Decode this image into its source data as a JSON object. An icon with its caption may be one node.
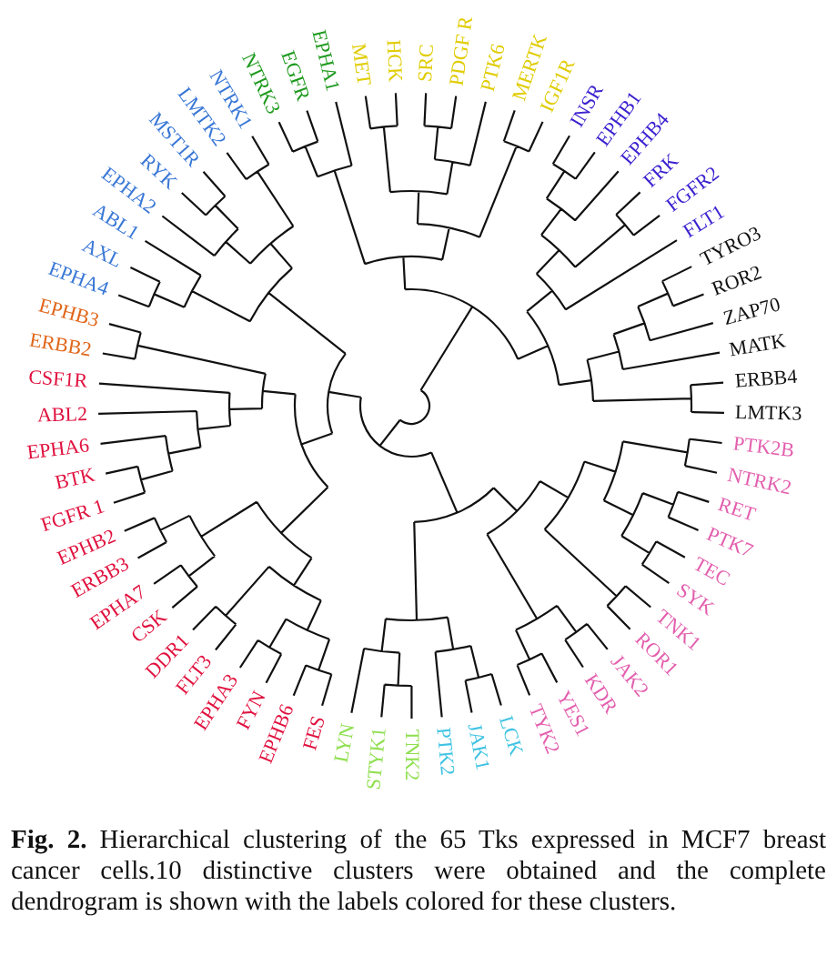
{
  "diagram": {
    "caption": "**Fig. 2.** Hierarchical clustering of the 65 Tks expressed in MCF7 breast cancer cells.10 distinctive clusters were obtained and the complete dendrogram is shown with the labels colored for these clusters.",
    "labels": [
      "NTRK3",
      "EGFR",
      "EPHA1",
      "MET",
      "HCK",
      "SRC",
      "PDGF R",
      "PTK6",
      "MERTK",
      "IGF1R",
      "INSR",
      "EPHB1",
      "EPHB4",
      "FRK",
      "FGFR2",
      "FLT1",
      "TYRO3",
      "ROR2",
      "ZAP70",
      "MATK",
      "ERBB4",
      "LMTK3",
      "PTK2B",
      "NTRK2",
      "RET",
      "PTK7",
      "TEC",
      "SYK",
      "TNK1",
      "ROR1",
      "JAK2",
      "KDR",
      "YES1",
      "TYK2",
      "LCK",
      "JAK1",
      "PTK2",
      "TNK2",
      "STYK1",
      "LYN",
      "FES",
      "EPHB6",
      "FYN",
      "EPHA3",
      "FLT3",
      "DDR1",
      "CSK",
      "EPHA7",
      "ERBB3",
      "EPHB2",
      "FGFR 1",
      "BTK",
      "EPHA6",
      "ABL2",
      "CSF1R",
      "ERBB2",
      "EPHB3",
      "EPHA4",
      "AXL",
      "ABL1",
      "EPHA2",
      "RYK",
      "MST1R",
      "LMTK2",
      "NTRK1"
    ]
  }
}
